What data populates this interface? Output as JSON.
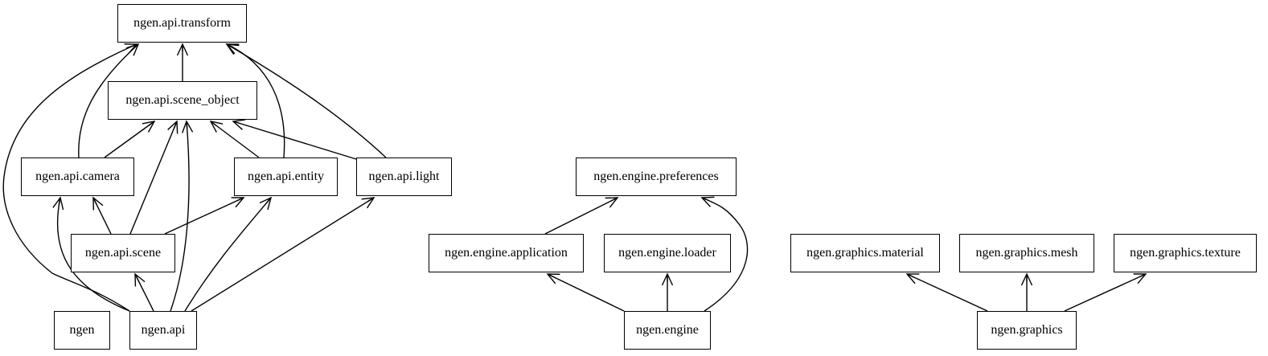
{
  "nodes": [
    {
      "id": "api_transform",
      "label": "ngen.api.transform"
    },
    {
      "id": "api_scene_object",
      "label": "ngen.api.scene_object"
    },
    {
      "id": "api_camera",
      "label": "ngen.api.camera"
    },
    {
      "id": "api_entity",
      "label": "ngen.api.entity"
    },
    {
      "id": "api_light",
      "label": "ngen.api.light"
    },
    {
      "id": "api_scene",
      "label": "ngen.api.scene"
    },
    {
      "id": "ngen",
      "label": "ngen"
    },
    {
      "id": "api",
      "label": "ngen.api"
    },
    {
      "id": "engine_preferences",
      "label": "ngen.engine.preferences"
    },
    {
      "id": "engine_application",
      "label": "ngen.engine.application"
    },
    {
      "id": "engine_loader",
      "label": "ngen.engine.loader"
    },
    {
      "id": "engine",
      "label": "ngen.engine"
    },
    {
      "id": "graphics_material",
      "label": "ngen.graphics.material"
    },
    {
      "id": "graphics_mesh",
      "label": "ngen.graphics.mesh"
    },
    {
      "id": "graphics_texture",
      "label": "ngen.graphics.texture"
    },
    {
      "id": "graphics",
      "label": "ngen.graphics"
    }
  ],
  "edges": [
    {
      "from": "api_scene_object",
      "to": "api_transform"
    },
    {
      "from": "api_camera",
      "to": "api_transform"
    },
    {
      "from": "api_camera",
      "to": "api_scene_object"
    },
    {
      "from": "api_entity",
      "to": "api_transform"
    },
    {
      "from": "api_entity",
      "to": "api_scene_object"
    },
    {
      "from": "api_light",
      "to": "api_transform"
    },
    {
      "from": "api_light",
      "to": "api_scene_object"
    },
    {
      "from": "api_scene",
      "to": "api_camera"
    },
    {
      "from": "api_scene",
      "to": "api_scene_object"
    },
    {
      "from": "api_scene",
      "to": "api_entity"
    },
    {
      "from": "api",
      "to": "api_transform"
    },
    {
      "from": "api",
      "to": "api_camera"
    },
    {
      "from": "api",
      "to": "api_scene"
    },
    {
      "from": "api",
      "to": "api_scene_object"
    },
    {
      "from": "api",
      "to": "api_entity"
    },
    {
      "from": "api",
      "to": "api_light"
    },
    {
      "from": "engine_application",
      "to": "engine_preferences"
    },
    {
      "from": "engine",
      "to": "engine_application"
    },
    {
      "from": "engine",
      "to": "engine_loader"
    },
    {
      "from": "engine",
      "to": "engine_preferences"
    },
    {
      "from": "graphics",
      "to": "graphics_material"
    },
    {
      "from": "graphics",
      "to": "graphics_mesh"
    },
    {
      "from": "graphics",
      "to": "graphics_texture"
    }
  ]
}
